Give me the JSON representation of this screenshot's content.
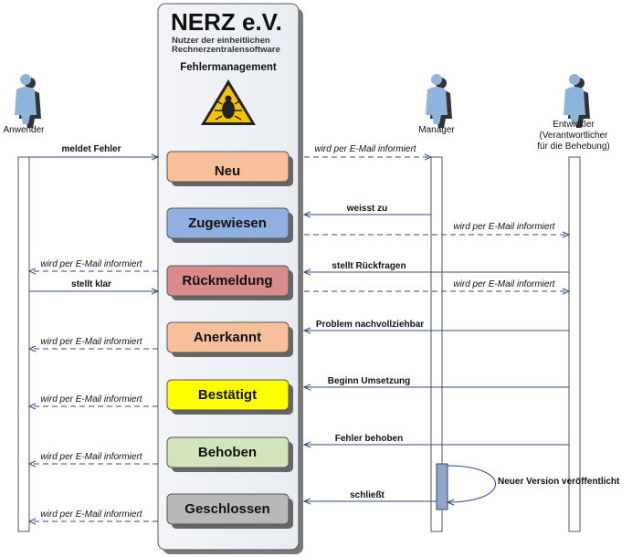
{
  "header": {
    "logo_text": "NERZ e.V.",
    "logo_sub_1": "Nutzer der einheitlichen",
    "logo_sub_2": "Rechnerzentralensoftware",
    "title": "Fehlermanagement"
  },
  "actors": {
    "anwender": "Anwender",
    "manager": "Manager",
    "entwickler_1": "Entwickler",
    "entwickler_2": "(Verantwortlicher",
    "entwickler_3": "für die Behebung)"
  },
  "states": [
    {
      "label": "Neu",
      "color": "#f7bf9a"
    },
    {
      "label": "Zugewiesen",
      "color": "#8fb0e0"
    },
    {
      "label": "Rückmeldung",
      "color": "#d98a8a"
    },
    {
      "label": "Anerkannt",
      "color": "#f7bf9a"
    },
    {
      "label": "Bestätigt",
      "color": "#ffff00"
    },
    {
      "label": "Behoben",
      "color": "#d4e4bc"
    },
    {
      "label": "Geschlossen",
      "color": "#b8b8b8"
    }
  ],
  "messages": {
    "meldet_fehler": "meldet Fehler",
    "neu_informiert": "wird per E-Mail informiert",
    "weisst_zu": "weisst zu",
    "zugew_informiert": "wird per E-Mail informiert",
    "rueck_anw_informiert": "wird per E-Mail informiert",
    "stellt_rueckfragen": "stellt Rückfragen",
    "stellt_klar": "stellt klar",
    "rueck_dev_informiert": "wird per E-Mail informiert",
    "problem": "Problem nachvollziehbar",
    "anerk_informiert": "wird per E-Mail informiert",
    "beginn": "Beginn Umsetzung",
    "best_informiert": "wird per E-Mail informiert",
    "fehler_behoben": "Fehler behoben",
    "behob_informiert": "wird per E-Mail informiert",
    "neue_version": "Neuer Version veröffentlicht",
    "schliesst": "schließt",
    "gesch_informiert": "wird per E-Mail informiert"
  }
}
